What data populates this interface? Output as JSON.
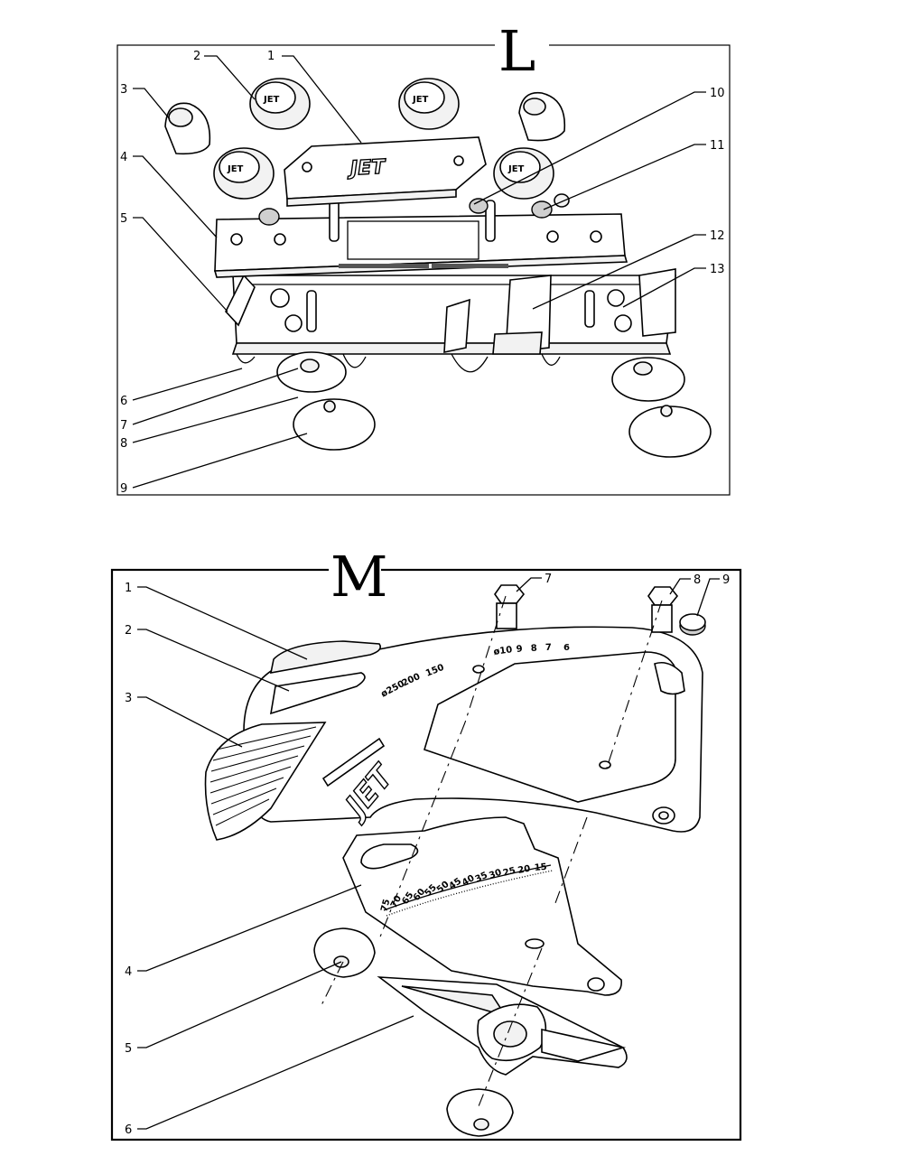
{
  "diagram_l": {
    "title": "L",
    "callouts": [
      "1",
      "2",
      "3",
      "4",
      "5",
      "6",
      "7",
      "8",
      "9",
      "10",
      "11",
      "12",
      "13"
    ],
    "logo": "JET"
  },
  "diagram_m": {
    "title": "M",
    "callouts": [
      "1",
      "2",
      "3",
      "4",
      "5",
      "6",
      "7",
      "8",
      "9"
    ],
    "logo": "JET",
    "upper_scale": [
      "ø250",
      "200",
      "150",
      "ø10",
      "9",
      "8",
      "7",
      "6"
    ],
    "lower_scale": [
      "75",
      "70",
      "65",
      "60",
      "55",
      "50",
      "45",
      "40",
      "35",
      "30",
      "25",
      "20",
      "15"
    ]
  },
  "colors": {
    "line": "#000000",
    "background": "#ffffff",
    "shade": "#cfcfcf"
  }
}
